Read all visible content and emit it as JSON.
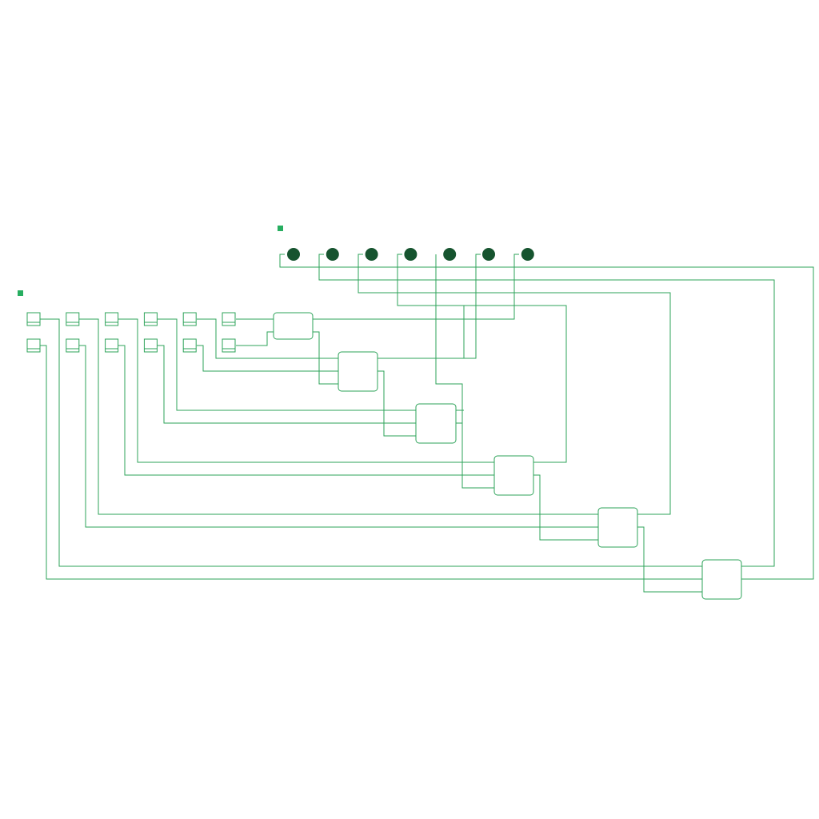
{
  "diagram": {
    "type": "logic-circuit",
    "colors": {
      "wire": "#2ea35a",
      "output_led": "#16542f",
      "marker": "#27ae60",
      "background": "#ffffff"
    },
    "input_group_marker": "square-marker",
    "output_group_marker": "square-marker",
    "input_pins": 12,
    "output_leds": 7,
    "gates": 6,
    "text": []
  }
}
